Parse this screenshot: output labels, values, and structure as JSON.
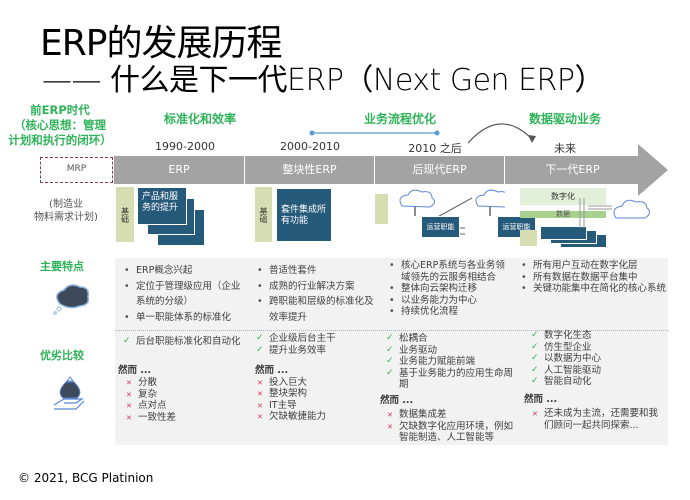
{
  "title": {
    "line1": "ERP的发展历程",
    "line2": "—— 什么是下一代ERP（Next Gen ERP）"
  },
  "pre_era": {
    "line1": "前ERP时代",
    "line2": "（核心思想：管理",
    "line3": "计划和执行的闭环）",
    "box_label": "MRP",
    "note_line1": "(制造业",
    "note_line2": "物料需求计划)"
  },
  "phase_groups": [
    {
      "label": "标准化和效率"
    },
    {
      "label": "业务流程优化"
    },
    {
      "label": "数据驱动业务"
    }
  ],
  "timeline": [
    {
      "period": "1990-2000",
      "name": "ERP"
    },
    {
      "period": "2000-2010",
      "name": "整块性ERP"
    },
    {
      "period": "2010 之后",
      "name": "后现代ERP"
    },
    {
      "period": "未来",
      "name": "下一代ERP"
    }
  ],
  "diagrams": {
    "erp_side_label": "基础",
    "erp_box": "产品和服务的提升",
    "monolith_side_label": "基础",
    "monolith_box": "套件集成所有功能",
    "postmodern_box1": "运营职能",
    "postmodern_box2": "运营职能",
    "nextgen_digital": "数字化",
    "nextgen_data": "数据"
  },
  "section_labels": {
    "features": "主要特点",
    "comparison": "优劣比较"
  },
  "icons": {
    "features": "thought-cloud-icon",
    "comparison": "money-bag-hand-icon"
  },
  "features": [
    [
      "ERP概念兴起",
      "定位于管理级应用（企业系统的分级）",
      "单一职能体系的标准化"
    ],
    [
      "普适性套件",
      "成熟的行业解决方案",
      "跨职能和层级的标准化及效率提升"
    ],
    [
      "核心ERP系统与各业务领域领先的云服务相结合",
      "整体向云架构迁移",
      "以业务能力为中心",
      "持续优化流程"
    ],
    [
      "所有用户互动在数字化层",
      "所有数据在数据平台集中",
      "关键功能集中在简化的核心系统"
    ]
  ],
  "comparison": {
    "however_label": "然而 ...",
    "columns": [
      {
        "pros": [
          "后台职能标准化和自动化"
        ],
        "cons": [
          "分散",
          "复杂",
          "点对点",
          "一致性差"
        ]
      },
      {
        "pros": [
          "企业级后台主干",
          "提升业务效率"
        ],
        "cons": [
          "投入巨大",
          "整块架构",
          "IT主导",
          "欠缺敏捷能力"
        ]
      },
      {
        "pros": [
          "松耦合",
          "业务驱动",
          "业务能力赋能前端",
          "基于业务能力的应用生命周期"
        ],
        "cons": [
          "数据集成差",
          "欠缺数字化应用环境，例如智能制造、人工智能等"
        ]
      },
      {
        "pros": [
          "数字化生态",
          "仿生型企业",
          "以数据为中心",
          "人工智能驱动",
          "智能自动化"
        ],
        "cons": [
          "还未成为主流，还需要和我们顾问一起共同探索..."
        ]
      }
    ]
  },
  "footer": "© 2021, BCG Platinion",
  "colors": {
    "accent_green": "#2fb35a",
    "timeline_gray": "#a3a3a3",
    "navy": "#265a7a",
    "pale_green": "#d6ddb3",
    "cross_red": "#d6345a",
    "mrp_border": "#8b3a52"
  }
}
